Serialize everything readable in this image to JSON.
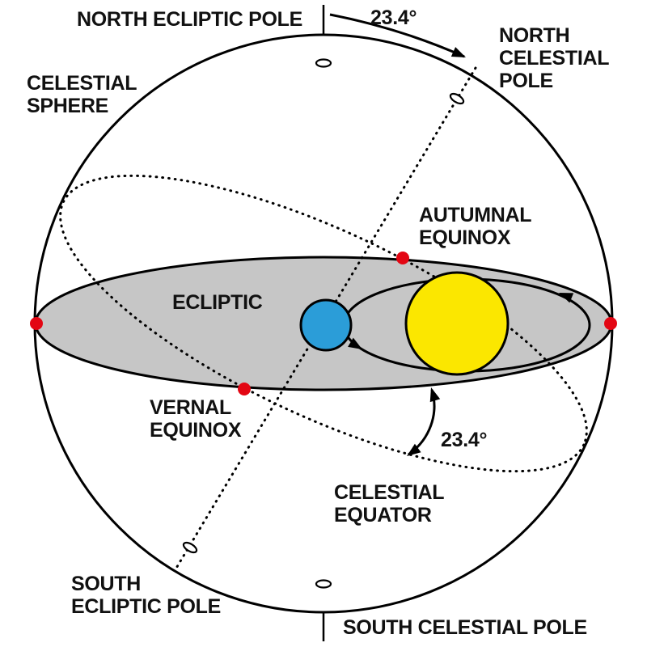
{
  "labels": {
    "north_ecliptic_pole": "NORTH ECLIPTIC POLE",
    "axial_tilt_top": "23.4°",
    "north_celestial_pole_1": "NORTH",
    "north_celestial_pole_2": "CELESTIAL",
    "north_celestial_pole_3": "POLE",
    "celestial_sphere_1": "CELESTIAL",
    "celestial_sphere_2": "SPHERE",
    "autumnal_equinox_1": "AUTUMNAL",
    "autumnal_equinox_2": "EQUINOX",
    "ecliptic": "ECLIPTIC",
    "vernal_equinox_1": "VERNAL",
    "vernal_equinox_2": "EQUINOX",
    "axial_tilt_bottom": "23.4°",
    "celestial_equator_1": "CELESTIAL",
    "celestial_equator_2": "EQUATOR",
    "south_ecliptic_pole_1": "SOUTH",
    "south_ecliptic_pole_2": "ECLIPTIC POLE",
    "south_celestial_pole": "SOUTH CELESTIAL POLE"
  },
  "values": {
    "axial_tilt_degrees": 23.4
  },
  "colors": {
    "ecliptic_fill": "#c6c6c6",
    "sun_fill": "#fbe700",
    "earth_fill": "#2b9dd8",
    "equinox_dot": "#e30613",
    "line": "#000000"
  }
}
